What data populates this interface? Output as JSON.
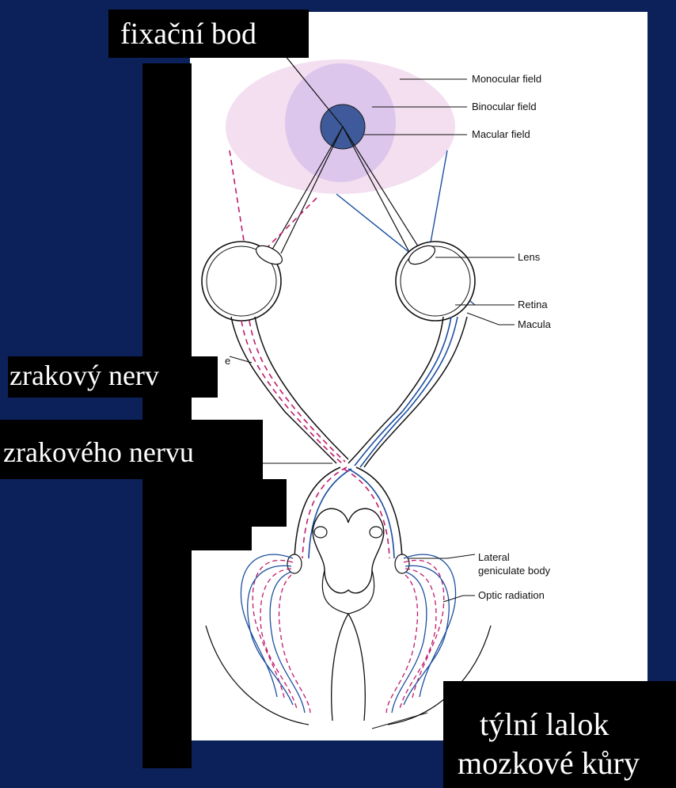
{
  "overlays": {
    "fixation": "fixační bod",
    "optic_nerve": "zrakový nerv",
    "chiasm": "zrakového nervu",
    "occipital_1": "týlní lalok",
    "occipital_2": "mozkové kůry"
  },
  "diagram": {
    "monocular": "Monocular field",
    "binocular": "Binocular field",
    "macular": "Macular field",
    "lens": "Lens",
    "retina": "Retina",
    "macula": "Macula",
    "lgb_1": "Lateral",
    "lgb_2": "geniculate body",
    "optic_radiation": "Optic radiation",
    "cut_label": "e"
  },
  "colors": {
    "background": "#0c2159",
    "panel": "#ffffff",
    "mask": "#000000",
    "left_pathway": "#c01a6a",
    "right_pathway": "#1c4fa0",
    "macular_field": "#3e5a9a"
  }
}
